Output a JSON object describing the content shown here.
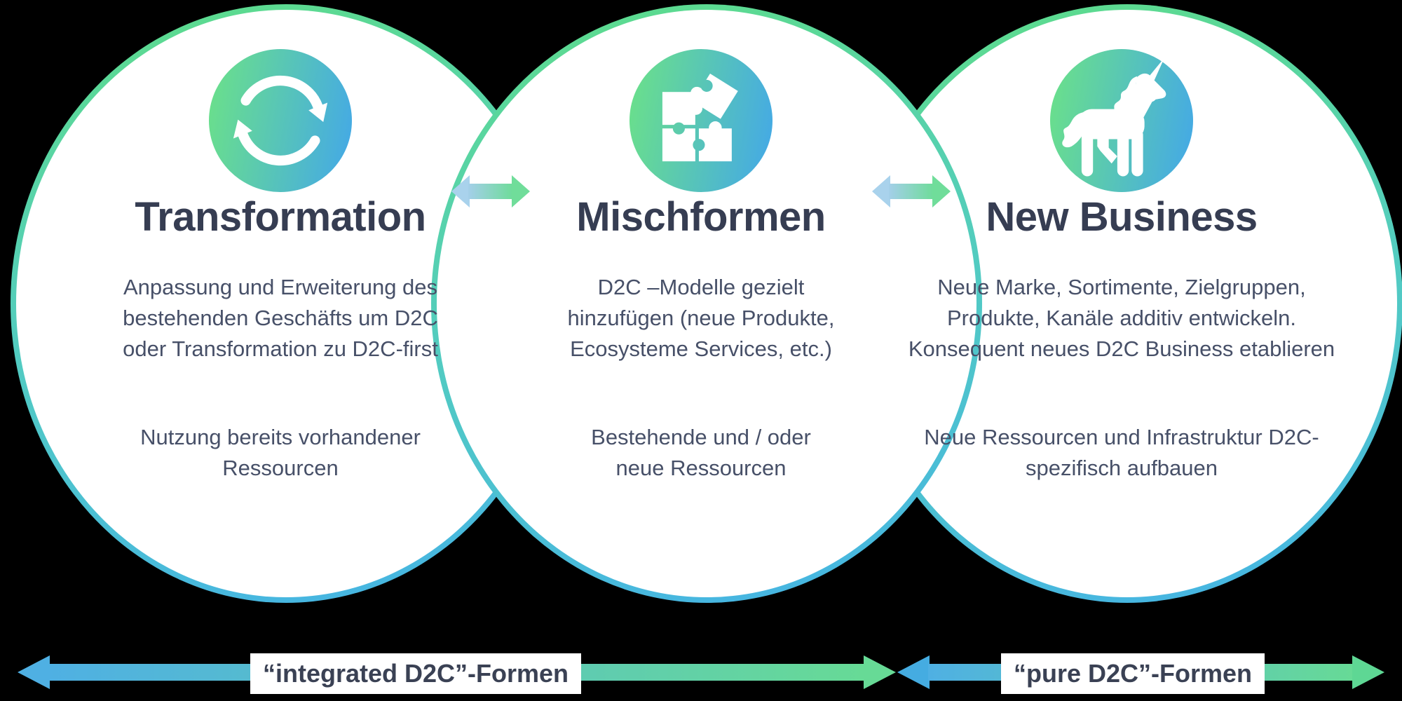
{
  "palette": {
    "background": "#000000",
    "circle_fill": "#ffffff",
    "circle_stroke_green": "#5ddb8e",
    "circle_stroke_blue": "#46b5e2",
    "icon_gradient_green": "#6ce287",
    "icon_gradient_blue": "#43a7e9",
    "title_text": "#363d52",
    "body_text": "#475068",
    "axis_arrow_blue": "#4fb0e3",
    "axis_arrow_green": "#67da96",
    "mini_arrow_blue": "#a9d2ec",
    "mini_arrow_green": "#70dd9a",
    "label_text": "#3a4154"
  },
  "circles": [
    {
      "title": "Transformation",
      "icon": "cycle-icon",
      "para1": "Anpassung und Erweiterung des\nbestehenden Geschäfts um D2C\noder Transformation zu D2C-first",
      "para2": "Nutzung bereits vorhandener\nRessourcen"
    },
    {
      "title": "Mischformen",
      "icon": "puzzle-icon",
      "para1": "D2C –Modelle gezielt\nhinzufügen (neue Produkte,\nEcosysteme Services, etc.)",
      "para2": "Bestehende und / oder\nneue Ressourcen"
    },
    {
      "title": "New Business",
      "icon": "unicorn-icon",
      "para1": "Neue Marke, Sortimente, Zielgruppen,\nProdukte, Kanäle additiv entwickeln.\nKonsequent neues D2C Business etablieren",
      "para2": "Neue Ressourcen und Infrastruktur D2C-\nspezifisch aufbauen"
    }
  ],
  "bottom_axis": {
    "left_label": "“integrated D2C”-Formen",
    "right_label": "“pure D2C”-Formen"
  }
}
